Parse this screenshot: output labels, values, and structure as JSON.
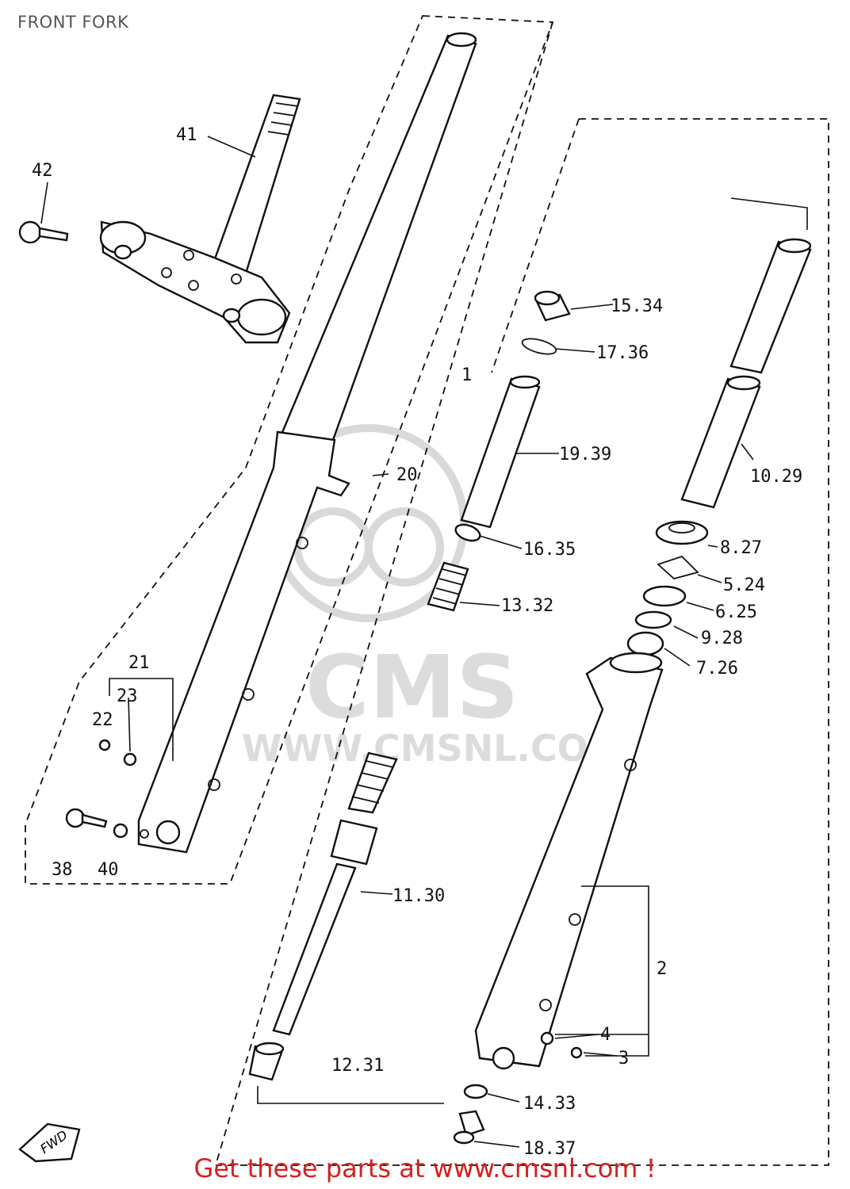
{
  "title": "FRONT FORK",
  "footer": "Get these parts at www.cmsnl.com !",
  "watermark": {
    "logo": "CMS",
    "url": "WWW.CMSNL.COM"
  },
  "fwd_tag": "FWD",
  "callouts": {
    "c41": "41",
    "c42": "42",
    "c20": "20",
    "c21": "21",
    "c22": "22",
    "c23": "23",
    "c38": "38",
    "c40": "40",
    "c1": "1",
    "c15": "15.34",
    "c17": "17.36",
    "c19": "19.39",
    "c16": "16.35",
    "c13": "13.32",
    "c11": "11.30",
    "c12": "12.31",
    "c10": "10.29",
    "c8": "8.27",
    "c5": "5.24",
    "c6": "6.25",
    "c9": "9.28",
    "c7": "7.26",
    "c2": "2",
    "c4": "4",
    "c3": "3",
    "c14": "14.33",
    "c18": "18.37"
  },
  "colors": {
    "line": "#111111",
    "footer": "#d42020",
    "title": "#555555",
    "watermark": "#d9d9d9"
  }
}
